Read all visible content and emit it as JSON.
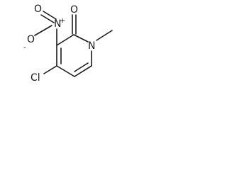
{
  "molecule": {
    "atoms": {
      "carbonyl_oxygen": "O",
      "nitro_nitrogen": "N",
      "nitro_plus": "+",
      "nitro_oxygen": "O",
      "nitro_minus": "-",
      "ring_nitrogen": "N",
      "chlorine": "Cl"
    }
  }
}
